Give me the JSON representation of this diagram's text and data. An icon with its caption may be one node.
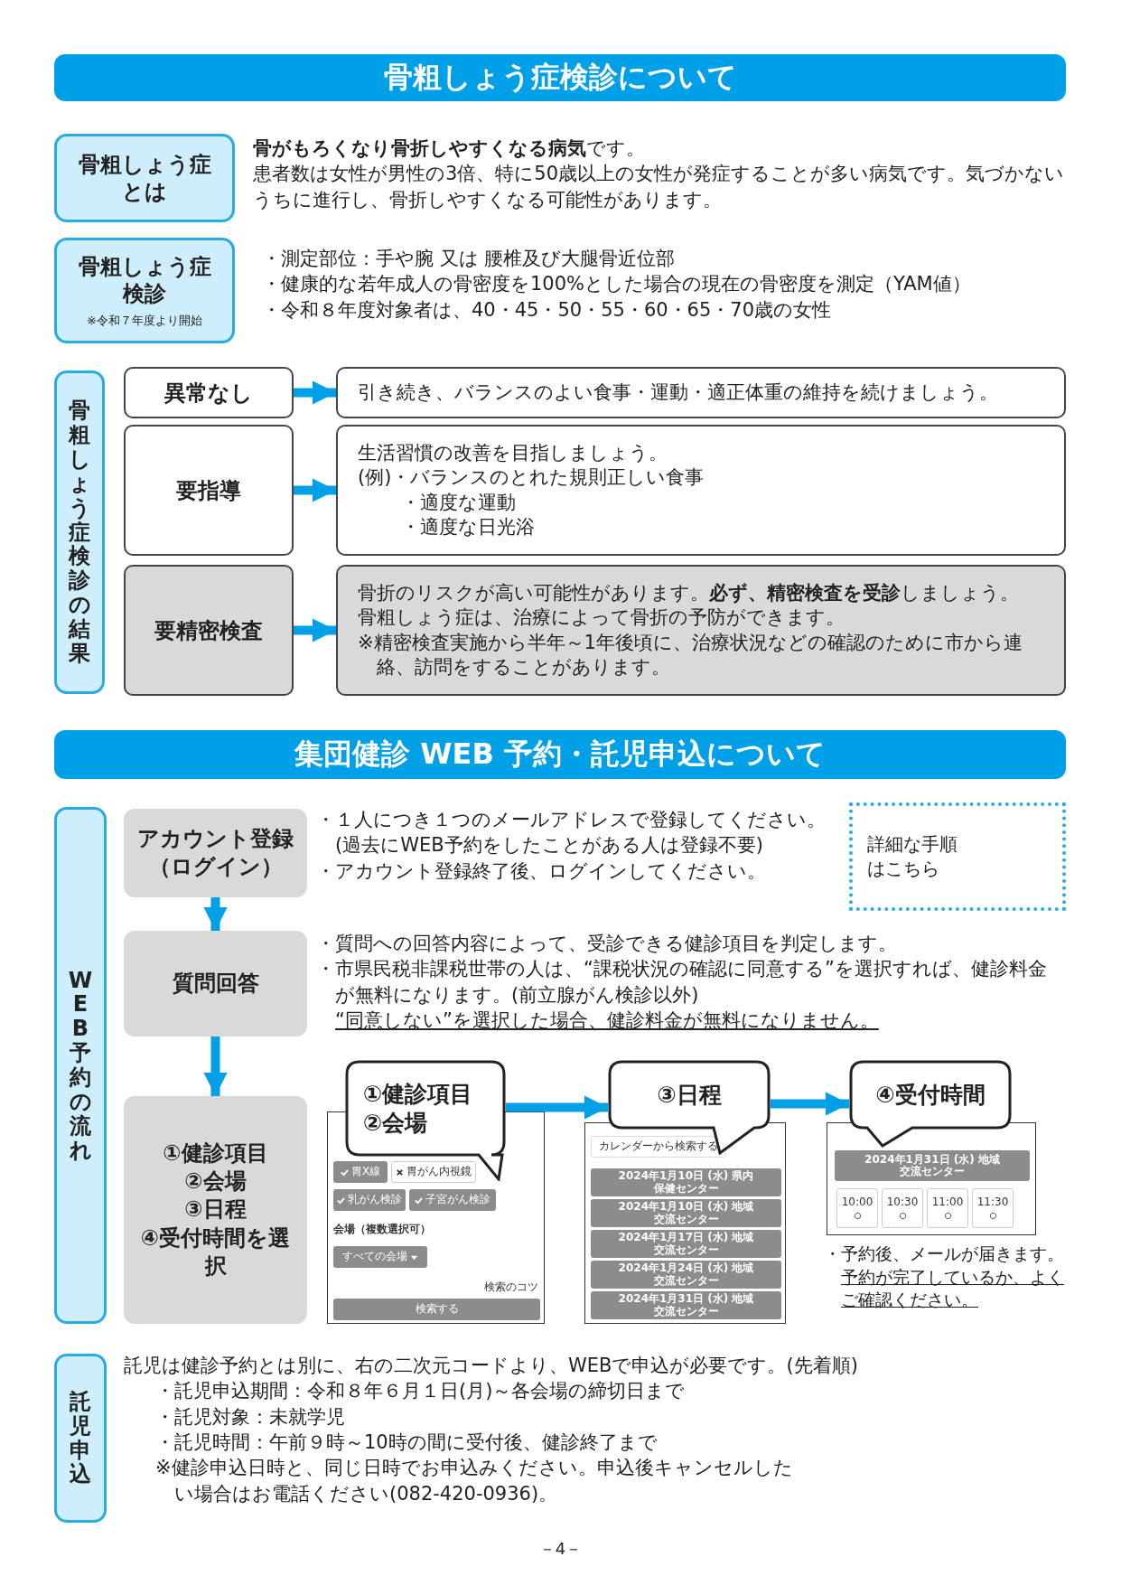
{
  "diagram": {
    "nodes": [
      {
        "text": [
          "骨粗しょう症検診について"
        ]
      },
      {
        "text": [
          "骨粗しょう症とは"
        ],
        "beside": [
          "**骨がもろくなり骨折しやすくなる病気**です。",
          "患者数は女性が男性の3倍、特に50歳以上の女性が発症することが多い病気です。気づかないうちに進行し、骨折しやすくなる可能性があります。"
        ]
      },
      {
        "text": [
          "骨粗しょう症検診",
          "※令和７年度より開始"
        ],
        "beside": [
          "・測定部位：手や腕 又は 腰椎及び大腿骨近位部",
          "・健康的な若年成人の骨密度を100%とした場合の現在の骨密度を測定（YAM値）",
          "・令和８年度対象者は、40・45・50・55・60・65・70歳の女性"
        ]
      },
      {
        "text": [
          "骨粗しょう症検診の結果"
        ]
      },
      {
        "text": [
          "異常なし"
        ]
      },
      {
        "text": [
          "引き続き、バランスのよい食事・運動・適正体重の維持を続けましょう。"
        ]
      },
      {
        "text": [
          "要指導"
        ]
      },
      {
        "text": [
          "生活習慣の改善を目指しましょう。",
          "(例)・バランスのとれた規則正しい食事",
          "・適度な運動",
          "・適度な日光浴"
        ]
      },
      {
        "text": [
          "要精密検査"
        ]
      },
      {
        "text": [
          "骨折のリスクが高い可能性があります。**必ず、精密検査を受診**しましょう。",
          "骨粗しょう症は、治療によって骨折の予防ができます。",
          "※精密検査実施から半年～1年後頃に、治療状況などの確認のために市から連絡、訪問をすることがあります。"
        ]
      },
      {
        "text": [
          "集団健診 WEB 予約・託児申込について"
        ]
      },
      {
        "text": [
          "WEB予約の流れ"
        ]
      },
      {
        "text": [
          "アカウント登録（ログイン）"
        ],
        "beside": [
          "・１人につき１つのメールアドレスで登録してください。",
          "(過去にWEB予約をしたことがある人は登録不要)",
          "・アカウント登録終了後、ログインしてください。"
        ]
      },
      {
        "text": [
          "質問回答"
        ],
        "beside": [
          "・質問への回答内容によって、受診できる健診項目を判定します。",
          "・市県民税非課税世帯の人は、“課税状況の確認に同意する”を選択すれば、健診料金が無料になります。(前立腺がん検診以外)",
          "“同意しない”を選択した場合、健診料金が無料になりません。"
        ]
      },
      {
        "text": [
          "①健診項目",
          "②会場",
          "③日程",
          "④受付時間を選択"
        ]
      },
      {
        "text": [
          "詳細な手順はこちら"
        ]
      },
      {
        "text": [
          "胃X線",
          "胃がん内視鏡",
          "乳がん検診",
          "子宮がん検診",
          "会場（複数選択可）",
          "すべての会場",
          "検索のコツ",
          "検索する"
        ]
      },
      {
        "text": [
          "①健診項目②会場"
        ]
      },
      {
        "text": [
          "カレンダーから検索する",
          "2024年1月10日 (水) 県内保健センター",
          "2024年1月10日 (水) 地域交流センター",
          "2024年1月17日 (水) 地域交流センター",
          "2024年1月24日 (水) 地域交流センター",
          "2024年1月31日 (水) 地域交流センター"
        ]
      },
      {
        "text": [
          "③日程"
        ]
      },
      {
        "text": [
          "2024年1月31日 (水) 地域交流センター",
          "10:00",
          "10:30",
          "11:00",
          "11:30"
        ],
        "beside": [
          "・予約後、メールが届きます。",
          "予約が完了しているか、よくご確認ください。"
        ]
      },
      {
        "text": [
          "④受付時間"
        ]
      },
      {
        "text": [
          "託児申込"
        ],
        "beside": [
          "託児は健診予約とは別に、右の二次元コードより、WEBで申込が必要です。(先着順)",
          "・託児申込期間：令和８年６月１日(月)～各会場の締切日まで",
          "・託児対象：未就学児",
          "・託児時間：午前９時～10時の間に受付後、健診終了まで",
          "※健診申込日時と、同じ日時でお申込みください。申込後キャンセルしたい場合はお電話ください(082-420-0936)。"
        ]
      }
    ],
    "edges": [
      {
        "from": 4,
        "to": 5,
        "arrow": "to"
      },
      {
        "from": 6,
        "to": 7,
        "arrow": "to"
      },
      {
        "from": 8,
        "to": 9,
        "arrow": "to"
      },
      {
        "from": 12,
        "to": 13,
        "arrow": "to"
      },
      {
        "from": 13,
        "to": 14,
        "arrow": "to"
      },
      {
        "from": 17,
        "to": 19,
        "arrow": "to"
      },
      {
        "from": 19,
        "to": 21,
        "arrow": "to"
      }
    ],
    "labels": [
      "－4－"
    ]
  }
}
